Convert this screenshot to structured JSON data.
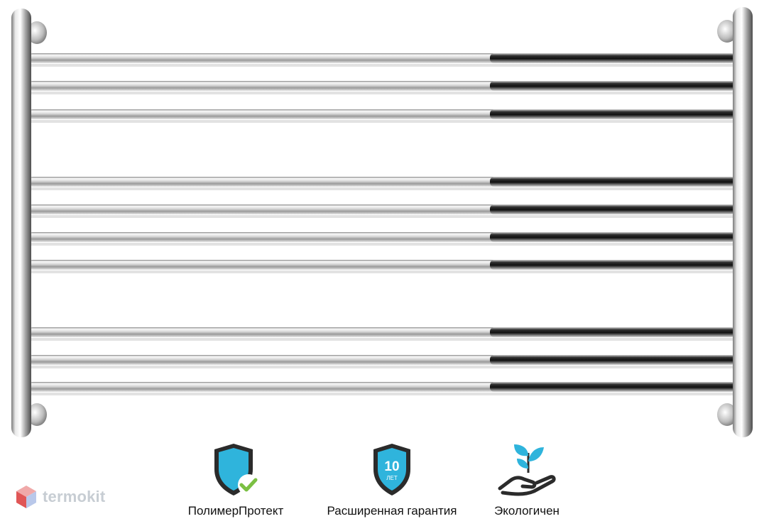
{
  "brand": {
    "name": "termokit",
    "logo_color": "#c7cdd3",
    "cube_colors": [
      "#f0a9a9",
      "#e05656",
      "#b9c8ea"
    ]
  },
  "features": [
    {
      "icon": "shield-check-icon",
      "label": "ПолимерПротект"
    },
    {
      "icon": "shield-warranty-icon",
      "label": "Расширенная гарантия",
      "badge_number": "10",
      "badge_unit": "ЛЕТ"
    },
    {
      "icon": "eco-hand-leaves-icon",
      "label": "Экологичен"
    }
  ],
  "colors": {
    "icon_blue": "#2fb4dc",
    "icon_dark": "#2b2b2b",
    "check_green": "#7bc043",
    "chrome_light": "#f4f4f4",
    "chrome_mid": "#b8b8b8",
    "chrome_dark": "#2a2a2a"
  },
  "product": {
    "type": "towel-rail",
    "crossbars": 10
  }
}
